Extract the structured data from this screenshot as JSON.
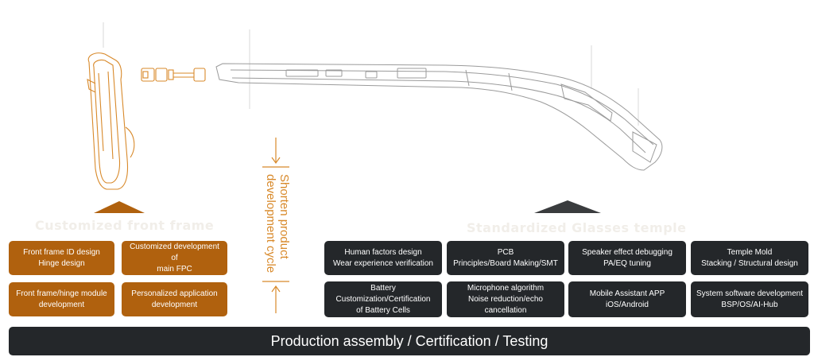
{
  "colors": {
    "orange": "#b0610e",
    "dark": "#24272a",
    "accent": "#d8892a",
    "faded_title": "#f1eee9"
  },
  "front_frame": {
    "title": "Customized front frame",
    "items": [
      {
        "line1": "Front frame ID design",
        "line2": "Hinge design"
      },
      {
        "line1": "Customized development of",
        "line2": "main FPC"
      },
      {
        "line1": "Front frame/hinge module",
        "line2": "development"
      },
      {
        "line1": "Personalized application",
        "line2": "development"
      }
    ]
  },
  "middle": {
    "line1": "Shorten product",
    "line2": "development cycle"
  },
  "temple": {
    "title": "Standardized Glasses temple",
    "items": [
      {
        "lines": [
          "Human factors design",
          "Wear experience verification"
        ]
      },
      {
        "lines": [
          "PCB",
          "Principles/Board Making/SMT"
        ]
      },
      {
        "lines": [
          "Speaker effect debugging",
          "PA/EQ tuning"
        ]
      },
      {
        "lines": [
          "Temple Mold",
          "Stacking / Structural design"
        ]
      },
      {
        "lines": [
          "Battery",
          "Customization/Certification",
          "of Battery Cells"
        ]
      },
      {
        "lines": [
          "Microphone algorithm",
          "Noise reduction/echo",
          "cancellation"
        ]
      },
      {
        "lines": [
          "Mobile Assistant APP",
          "iOS/Android"
        ]
      },
      {
        "lines": [
          "System software development",
          "BSP/OS/AI-Hub"
        ]
      }
    ]
  },
  "bottom_bar": "Production assembly / Certification / Testing"
}
